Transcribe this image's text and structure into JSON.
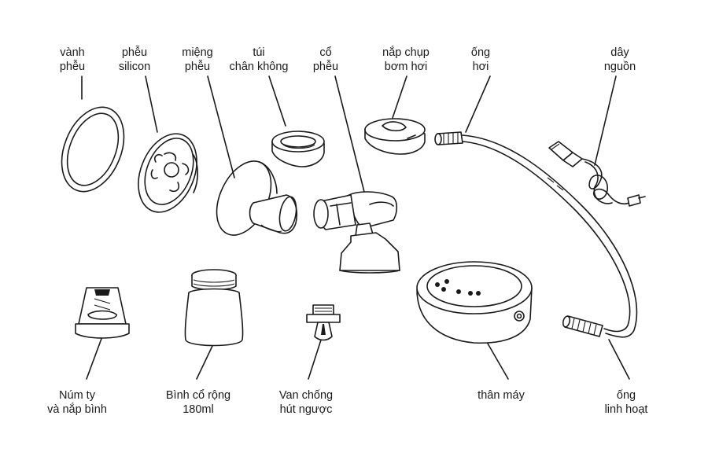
{
  "labels": {
    "rim": [
      "vành",
      "phễu"
    ],
    "silicone": [
      "phễu",
      "silicon"
    ],
    "funnel_mouth": [
      "miệng",
      "phễu"
    ],
    "vacuum_bag": [
      "túi",
      "chân không"
    ],
    "neck": [
      "cổ",
      "phễu"
    ],
    "air_cap": [
      "nắp chụp",
      "bơm hơi"
    ],
    "air_tube": [
      "ống",
      "hơi"
    ],
    "power_cord": [
      "dây",
      "nguồn"
    ],
    "nipple": [
      "Núm ty",
      "và nắp bình"
    ],
    "bottle": [
      "Bình cổ rộng",
      "180ml"
    ],
    "valve": [
      "Van chống",
      "hút ngược"
    ],
    "body": [
      "thân máy"
    ],
    "flex_tube": [
      "ống",
      "linh hoạt"
    ]
  }
}
